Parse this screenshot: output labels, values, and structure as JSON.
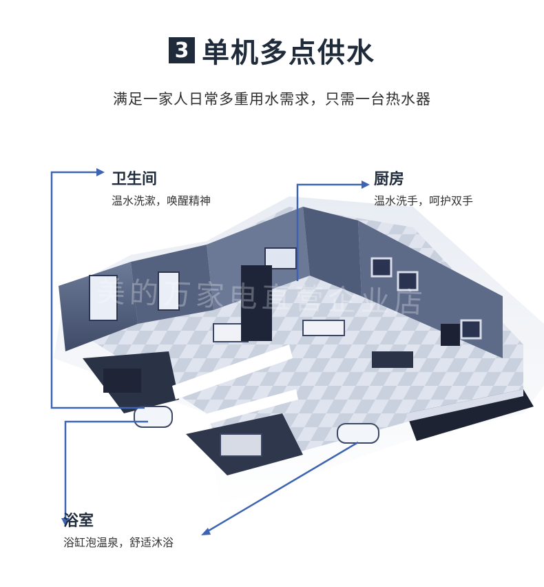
{
  "header": {
    "number": "3",
    "title": "单机多点供水",
    "subtitle": "满足一家人日常多重用水需求，只需一台热水器"
  },
  "labels": {
    "bathroom": {
      "title": "卫生间",
      "desc": "温水洗漱，唤醒精神"
    },
    "kitchen": {
      "title": "厨房",
      "desc": "温水洗手，呵护双手"
    },
    "bath": {
      "title": "浴室",
      "desc": "浴缸泡温泉，舒适沐浴"
    }
  },
  "watermark": "美的万家电直营企业店",
  "colors": {
    "accent": "#3d63b3",
    "dark": "#1f2b3b"
  }
}
